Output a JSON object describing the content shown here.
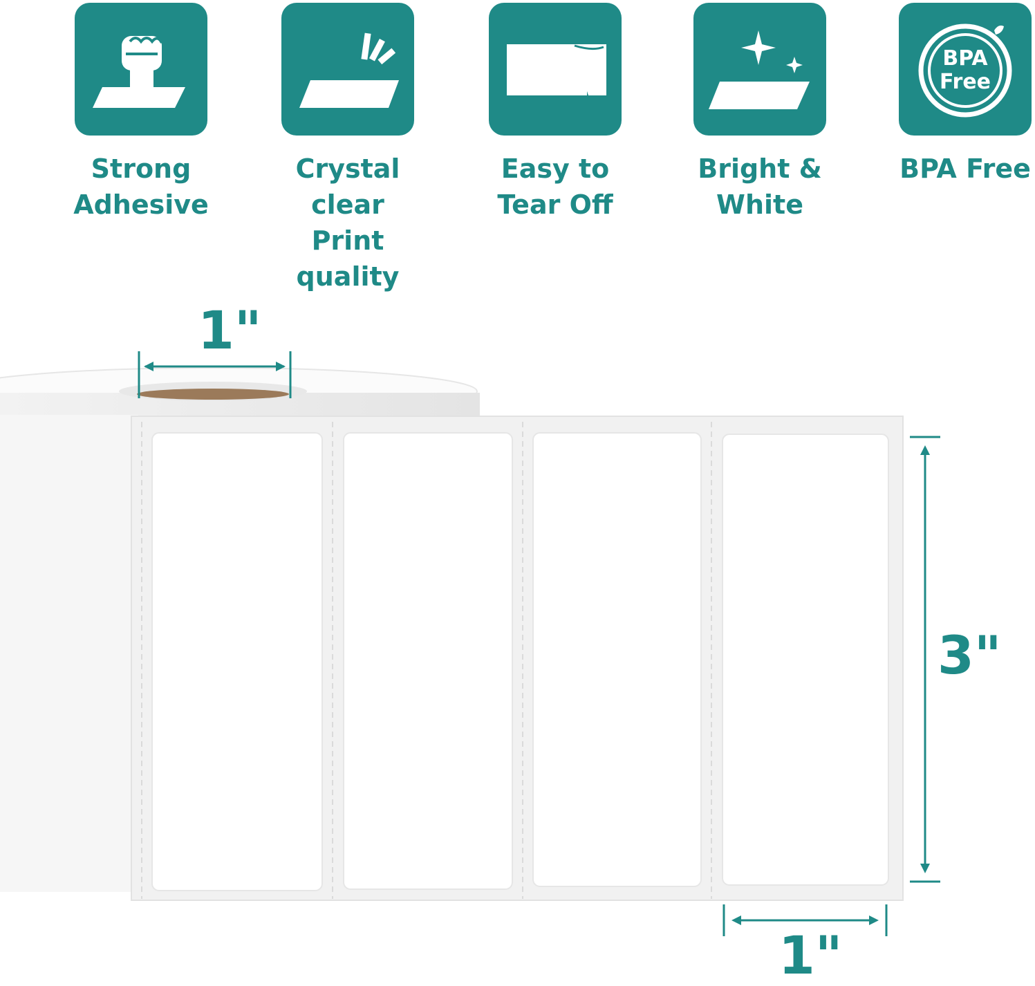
{
  "colors": {
    "accent": "#1f8a87",
    "background": "#ffffff"
  },
  "features": [
    {
      "icon": "fist-adhesive-icon",
      "label": "Strong\nAdhesive"
    },
    {
      "icon": "clear-print-icon",
      "label": "Crystal clear\nPrint quality"
    },
    {
      "icon": "tear-off-icon",
      "label": "Easy to\nTear Off"
    },
    {
      "icon": "sparkle-white-icon",
      "label": "Bright &\nWhite"
    },
    {
      "icon": "bpa-free-icon",
      "label": "BPA Free",
      "badge_text": "BPA\nFree"
    }
  ],
  "dimensions": {
    "core_diameter": "1\"",
    "label_height": "3\"",
    "label_width": "1\""
  }
}
